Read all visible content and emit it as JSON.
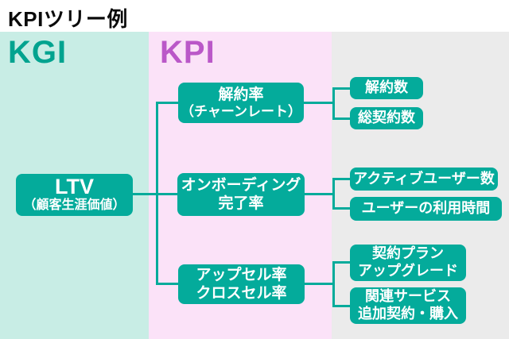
{
  "title": "KPIツリー例",
  "columns": {
    "kgi_label": "KGI",
    "kpi_label": "KPI"
  },
  "colors": {
    "node_teal": "#04AB9B",
    "connector_teal": "#04AB9B",
    "kgi_column_bg": "#C8EDE5",
    "kpi_column_bg": "#FBE2F8",
    "sub_column_bg": "#EBEBEB",
    "kgi_heading_text": "#00A38F",
    "kpi_heading_text": "#BA58C8",
    "node_text": "#FFFFFF",
    "title_text": "#0B0B0B"
  },
  "tree": {
    "root": {
      "line1": "LTV",
      "line2": "（顧客生涯価値）"
    },
    "kpis": [
      {
        "line1": "解約率",
        "line2": "（チャーンレート）",
        "children": [
          {
            "lines": [
              "解約数"
            ]
          },
          {
            "lines": [
              "総契約数"
            ]
          }
        ]
      },
      {
        "line1": "オンボーディング",
        "line2": "完了率",
        "children": [
          {
            "lines": [
              "アクティブユーザー数"
            ]
          },
          {
            "lines": [
              "ユーザーの利用時間"
            ]
          }
        ]
      },
      {
        "line1": "アップセル率",
        "line2": "クロスセル率",
        "children": [
          {
            "lines": [
              "契約プラン",
              "アップグレード"
            ]
          },
          {
            "lines": [
              "関連サービス",
              "追加契約・購入"
            ]
          }
        ]
      }
    ]
  }
}
